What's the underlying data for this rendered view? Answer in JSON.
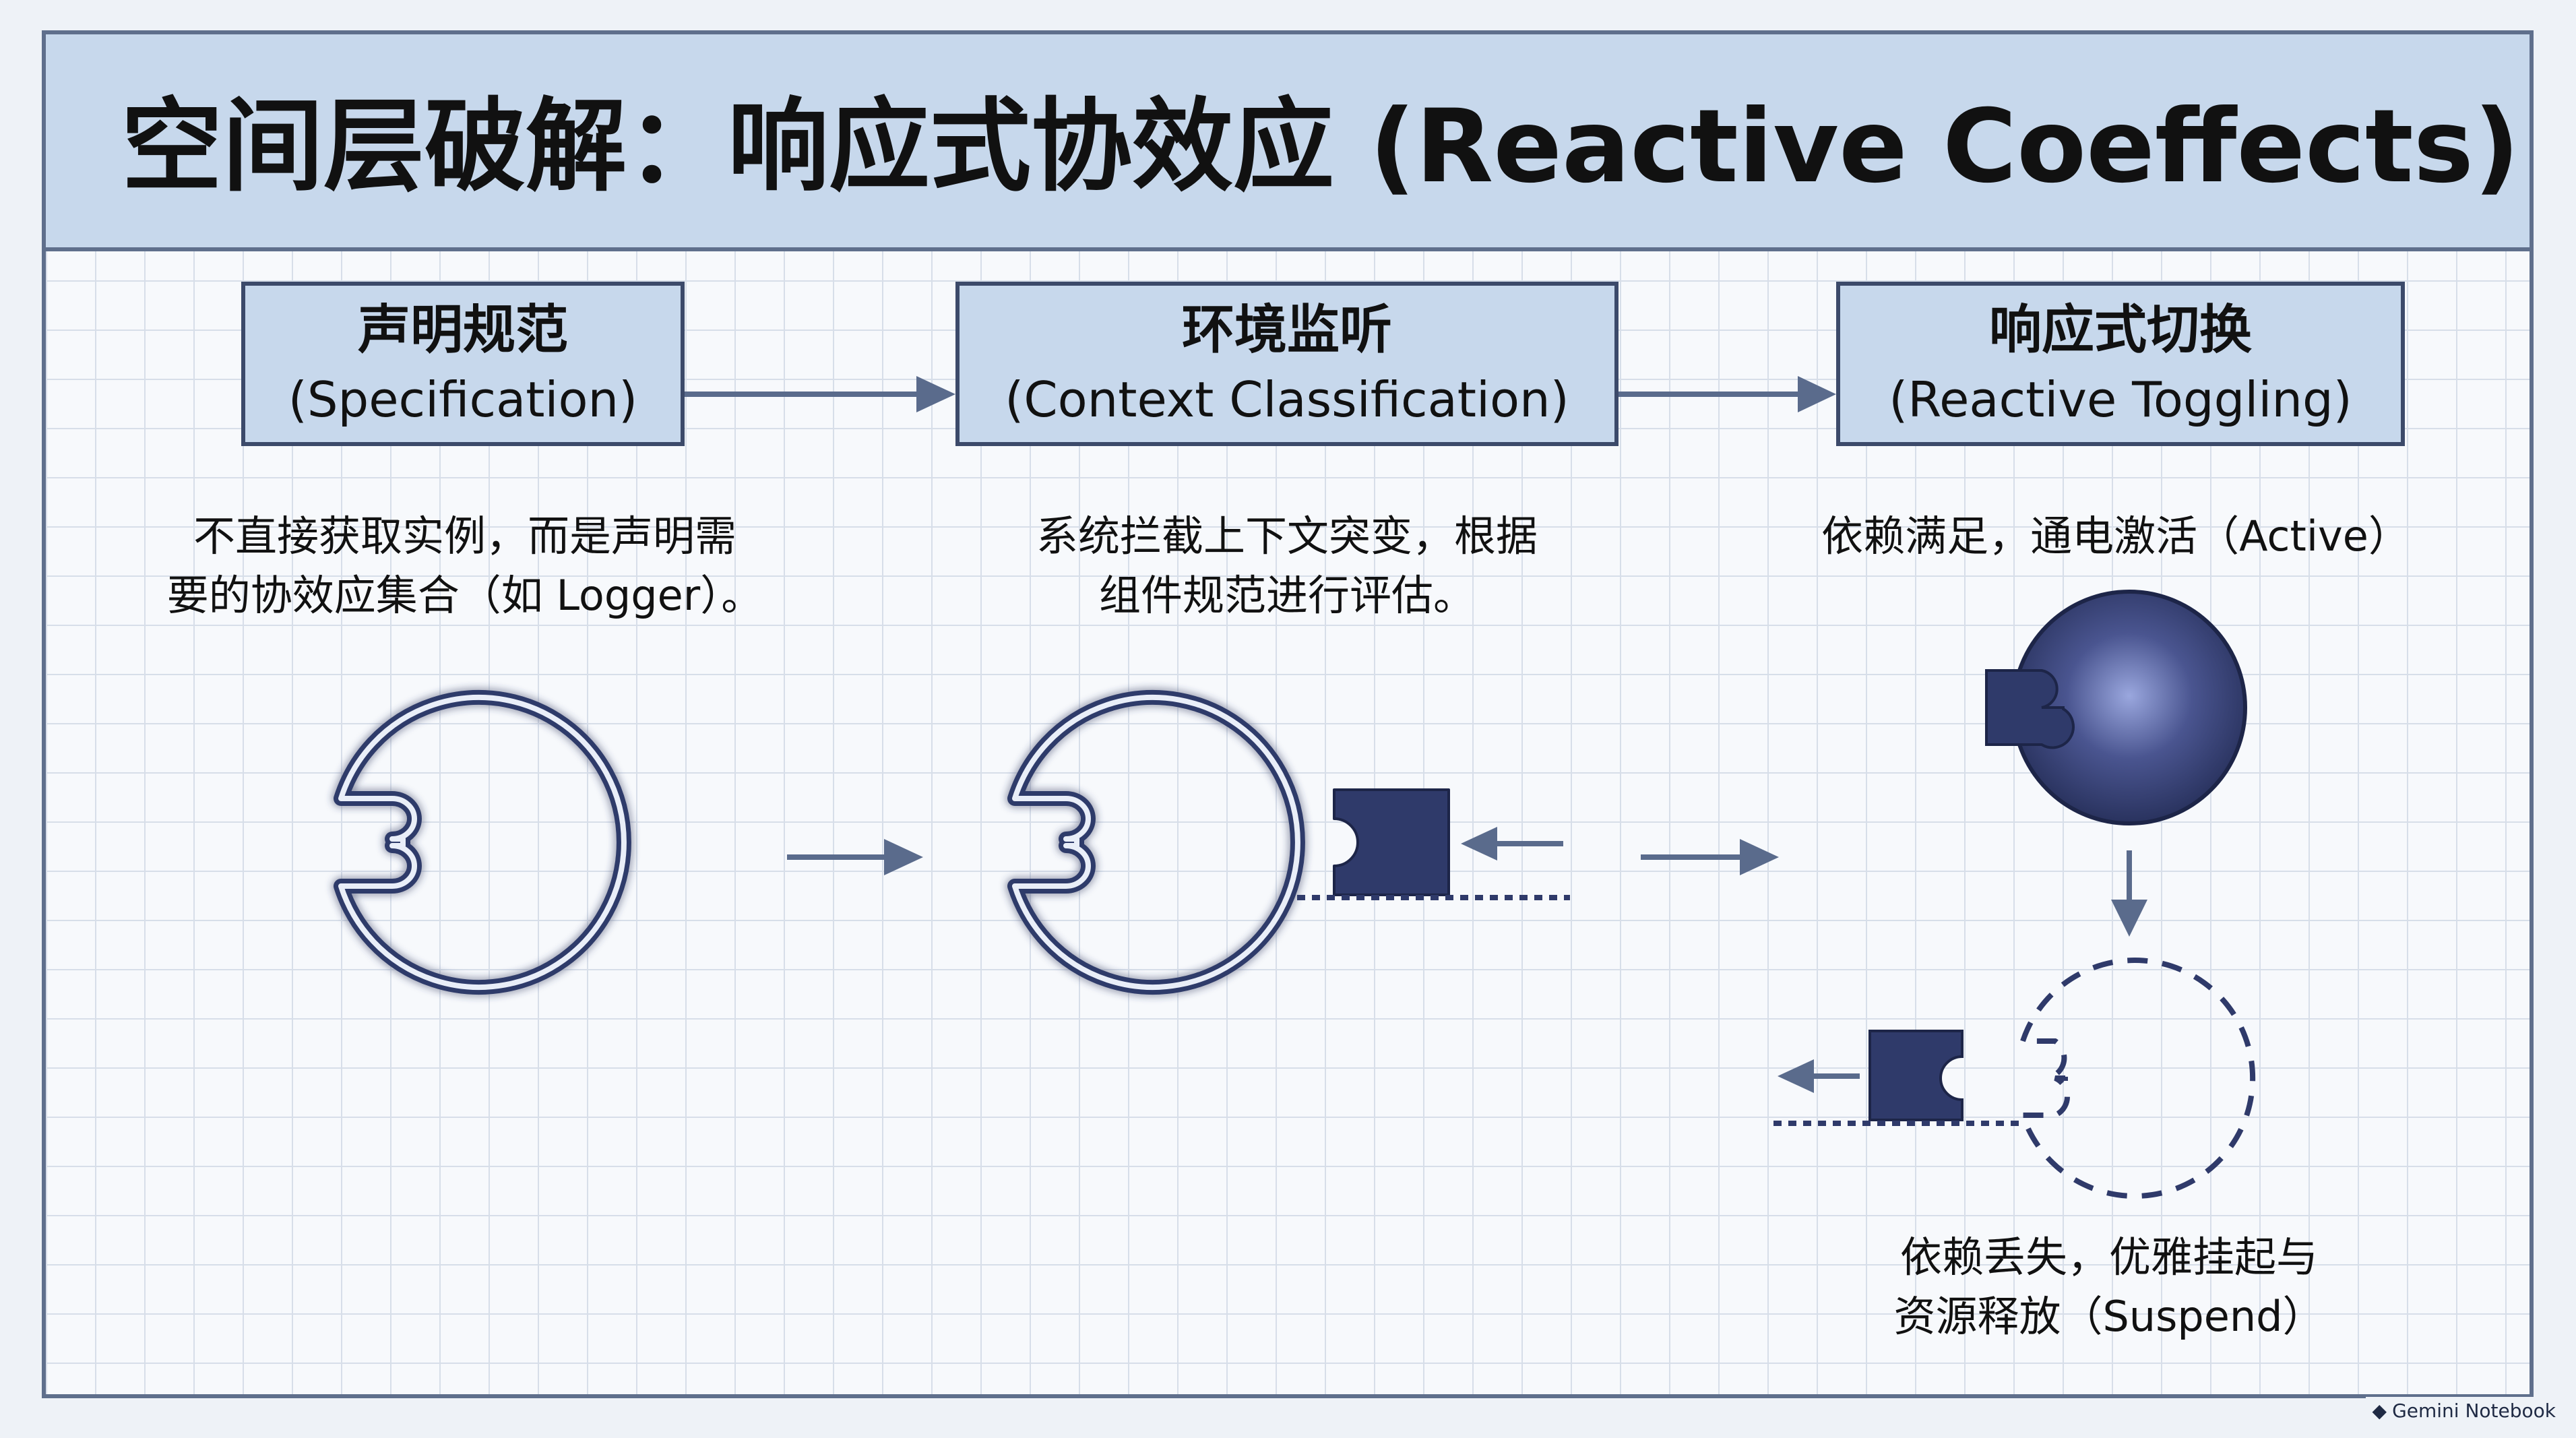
{
  "title": "空间层破解：响应式协效应 (Reactive Coeffects)",
  "steps": [
    {
      "zh": "声明规范",
      "en": "(Specification)",
      "desc": [
        "不直接获取实例，而是声明需",
        "要的协效应集合（如 Logger）。"
      ]
    },
    {
      "zh": "环境监听",
      "en": "(Context Classification)",
      "desc": [
        "系统拦截上下文突变，根据",
        "组件规范进行评估。"
      ]
    },
    {
      "zh": "响应式切换",
      "en": "(Reactive Toggling)",
      "desc": [
        "依赖满足，通电激活（Active）"
      ]
    }
  ],
  "suspend": {
    "lines": [
      "依赖丢失，优雅挂起与",
      "资源释放（Suspend）"
    ]
  },
  "badge": "Gemini Notebook",
  "colors": {
    "navy": "#2f3a6a",
    "title_bg": "#c7d8ec",
    "arrow": "#5a6b8c"
  }
}
